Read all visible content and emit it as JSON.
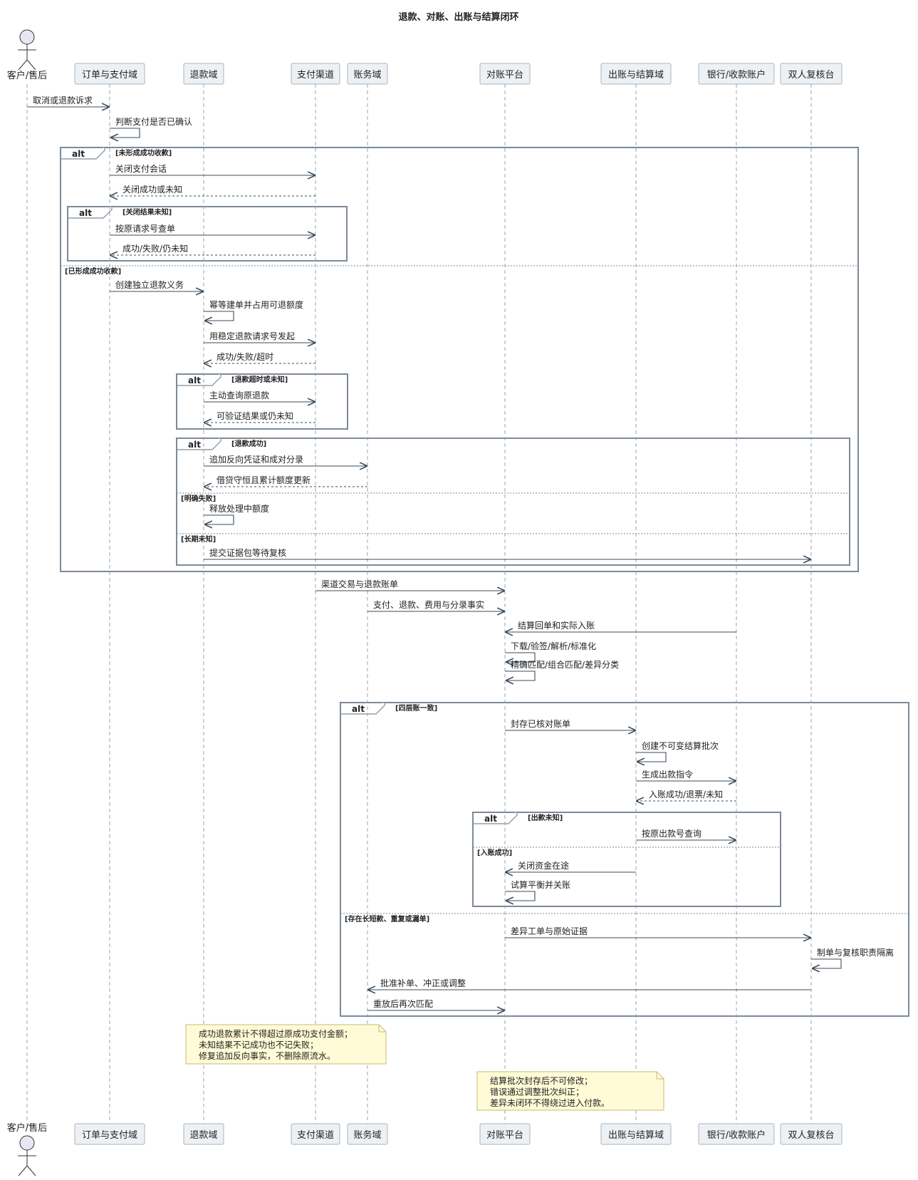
{
  "diagram": {
    "title": "退款、对账、出账与结算闭环",
    "participants": [
      {
        "id": "customer",
        "label": "客户/售后",
        "kind": "actor"
      },
      {
        "id": "order",
        "label": "订单与支付域",
        "kind": "box"
      },
      {
        "id": "refund",
        "label": "退款域",
        "kind": "box"
      },
      {
        "id": "channel",
        "label": "支付渠道",
        "kind": "box"
      },
      {
        "id": "ledger",
        "label": "账务域",
        "kind": "box"
      },
      {
        "id": "recon",
        "label": "对账平台",
        "kind": "box"
      },
      {
        "id": "settle",
        "label": "出账与结算域",
        "kind": "box"
      },
      {
        "id": "bank",
        "label": "银行/收款账户",
        "kind": "box"
      },
      {
        "id": "review",
        "label": "双人复核台",
        "kind": "box"
      }
    ],
    "messages": [
      {
        "from": "customer",
        "to": "order",
        "label": "取消或退款诉求",
        "style": "solid"
      },
      {
        "from": "order",
        "to": "order",
        "label": "判断支付是否已确认",
        "style": "solid"
      },
      {
        "from": "order",
        "to": "channel",
        "label": "关闭支付会话",
        "style": "solid"
      },
      {
        "from": "channel",
        "to": "order",
        "label": "关闭成功或未知",
        "style": "dashed"
      },
      {
        "from": "order",
        "to": "channel",
        "label": "按原请求号查单",
        "style": "solid"
      },
      {
        "from": "channel",
        "to": "order",
        "label": "成功/失败/仍未知",
        "style": "dashed"
      },
      {
        "from": "order",
        "to": "refund",
        "label": "创建独立退款义务",
        "style": "solid"
      },
      {
        "from": "refund",
        "to": "refund",
        "label": "幂等建单并占用可退额度",
        "style": "solid"
      },
      {
        "from": "refund",
        "to": "channel",
        "label": "用稳定退款请求号发起",
        "style": "solid"
      },
      {
        "from": "channel",
        "to": "refund",
        "label": "成功/失败/超时",
        "style": "dashed"
      },
      {
        "from": "refund",
        "to": "channel",
        "label": "主动查询原退款",
        "style": "solid"
      },
      {
        "from": "channel",
        "to": "refund",
        "label": "可验证结果或仍未知",
        "style": "dashed"
      },
      {
        "from": "refund",
        "to": "ledger",
        "label": "追加反向凭证和成对分录",
        "style": "solid"
      },
      {
        "from": "ledger",
        "to": "refund",
        "label": "借贷守恒且累计额度更新",
        "style": "dashed"
      },
      {
        "from": "refund",
        "to": "refund",
        "label": "释放处理中额度",
        "style": "solid"
      },
      {
        "from": "refund",
        "to": "review",
        "label": "提交证据包等待复核",
        "style": "solid"
      },
      {
        "from": "channel",
        "to": "recon",
        "label": "渠道交易与退款账单",
        "style": "solid"
      },
      {
        "from": "ledger",
        "to": "recon",
        "label": "支付、退款、费用与分录事实",
        "style": "solid"
      },
      {
        "from": "bank",
        "to": "recon",
        "label": "结算回单和实际入账",
        "style": "solid"
      },
      {
        "from": "recon",
        "to": "recon",
        "label": "下载/验签/解析/标准化",
        "style": "solid"
      },
      {
        "from": "recon",
        "to": "recon",
        "label": "精确匹配/组合匹配/差异分类",
        "style": "solid"
      },
      {
        "from": "recon",
        "to": "settle",
        "label": "封存已核对账单",
        "style": "solid"
      },
      {
        "from": "settle",
        "to": "settle",
        "label": "创建不可变结算批次",
        "style": "solid"
      },
      {
        "from": "settle",
        "to": "bank",
        "label": "生成出款指令",
        "style": "solid"
      },
      {
        "from": "bank",
        "to": "settle",
        "label": "入账成功/退票/未知",
        "style": "dashed"
      },
      {
        "from": "settle",
        "to": "bank",
        "label": "按原出款号查询",
        "style": "solid"
      },
      {
        "from": "settle",
        "to": "recon",
        "label": "关闭资金在途",
        "style": "solid"
      },
      {
        "from": "recon",
        "to": "recon",
        "label": "试算平衡并关账",
        "style": "solid"
      },
      {
        "from": "recon",
        "to": "review",
        "label": "差异工单与原始证据",
        "style": "solid"
      },
      {
        "from": "review",
        "to": "review",
        "label": "制单与复核职责隔离",
        "style": "solid"
      },
      {
        "from": "review",
        "to": "ledger",
        "label": "批准补单、冲正或调整",
        "style": "solid"
      },
      {
        "from": "ledger",
        "to": "recon",
        "label": "重放后再次匹配",
        "style": "solid"
      }
    ],
    "fragments": [
      {
        "kind": "alt",
        "guards": [
          "[未形成成功收款]",
          "[已形成成功收款]"
        ]
      },
      {
        "kind": "alt",
        "guards": [
          "[关闭结果未知]"
        ]
      },
      {
        "kind": "alt",
        "guards": [
          "[退款超时或未知]"
        ]
      },
      {
        "kind": "alt",
        "guards": [
          "[退款成功]",
          "[明确失败]",
          "[长期未知]"
        ]
      },
      {
        "kind": "alt",
        "guards": [
          "[四层账一致]",
          "[存在长短款、重复或漏单]"
        ]
      },
      {
        "kind": "alt",
        "guards": [
          "[出款未知]",
          "[入账成功]"
        ]
      }
    ],
    "notes": [
      {
        "lines": [
          "成功退款累计不得超过原成功支付金额；",
          "未知结果不记成功也不记失败；",
          "修复追加反向事实，不删除原流水。"
        ]
      },
      {
        "lines": [
          "结算批次封存后不可修改；",
          "错误通过调整批次纠正；",
          "差异未闭环不得绕过进入付款。"
        ]
      }
    ]
  },
  "colors": {
    "line": "#3b4b5b",
    "frame": "#7d8a97",
    "lifeline": "#9aa3ab",
    "participant_fill": "#eef1f4",
    "participant_border": "#a9b3bd",
    "note_fill": "#fffbd6",
    "note_border": "#c9b877"
  }
}
